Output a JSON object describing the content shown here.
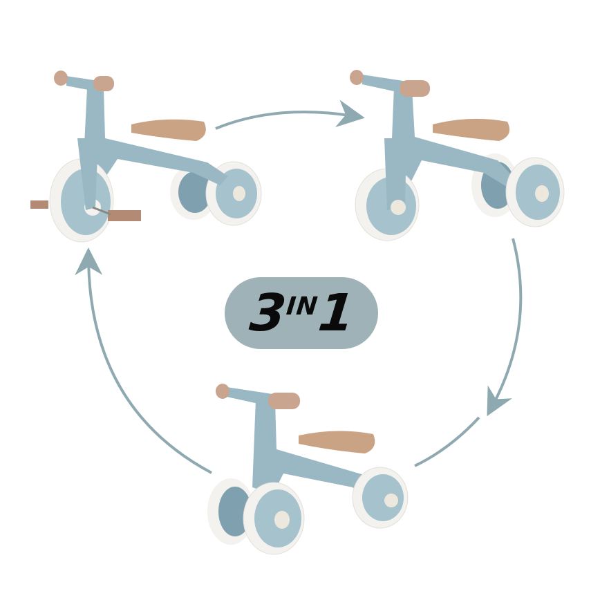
{
  "badge": {
    "part1": "3",
    "part2": "IN",
    "part3": "1",
    "background": "#9fb2b8",
    "text_color": "#0a0a0a"
  },
  "products": [
    {
      "name": "tricycle-with-pedals",
      "mode": 1
    },
    {
      "name": "balance-trike-front-wheel-large",
      "mode": 2
    },
    {
      "name": "balance-bike-three-wheel",
      "mode": 3
    }
  ],
  "colors": {
    "frame": "#9ab8c4",
    "frame_dark": "#7fa0ae",
    "tire": "#f4f2ee",
    "hub": "#a6c2cd",
    "grip": "#c9a48e",
    "seat": "#c9a384",
    "pedal": "#b38a74",
    "arrow": "#8fa9b1"
  }
}
